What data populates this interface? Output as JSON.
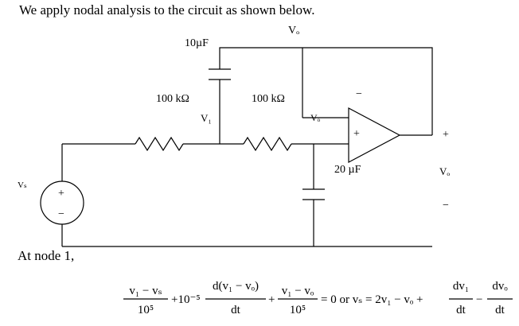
{
  "intro": "We apply nodal analysis to the circuit as shown below.",
  "labels": {
    "vo_top": "Vₒ",
    "cap1": "10µF",
    "res1": "100 kΩ",
    "res2": "100 kΩ",
    "v1": "V₁",
    "vo_inv": "Vₒ",
    "cap2": "20 µF",
    "vo_right": "Vₒ",
    "vs": "Vₛ",
    "src_plus": "+",
    "src_minus": "−",
    "opamp_minus": "−",
    "opamp_plus": "+",
    "out_plus": "+",
    "out_minus": "−"
  },
  "node_text": "At node 1,",
  "equation": {
    "f1_num": "v₁ − vₛ",
    "f1_den": "10⁵",
    "plus1": "+10⁻⁵",
    "f2_num": "d(v₁ − vₒ)",
    "f2_den": "dt",
    "plus2": "+",
    "f3_num": "v₁ − vₒ",
    "f3_den": "10⁵",
    "mid": "= 0 or vₛ = 2v₁ − vₒ +",
    "f4_num": "dv₁",
    "f4_den": "dt",
    "minus": "−",
    "f5_num": "dvₒ",
    "f5_den": "dt"
  }
}
